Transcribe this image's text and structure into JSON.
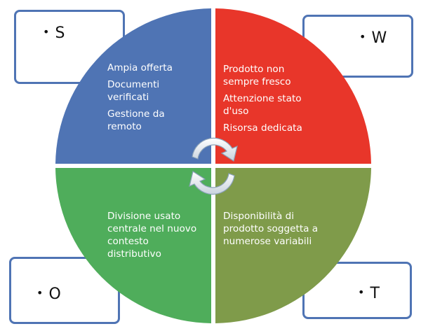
{
  "diagram": {
    "colors": {
      "strengths": "#4f74b4",
      "weaknesses": "#e8362a",
      "opportunities": "#4fad5b",
      "threats": "#7f9b4a",
      "box_border": "#4f74b4"
    },
    "quadrants": {
      "strengths": {
        "letter": "S",
        "items": [
          "Ampia offerta",
          "Documenti verificati",
          "Gestione da remoto"
        ]
      },
      "weaknesses": {
        "letter": "W",
        "items": [
          "Prodotto non sempre fresco",
          "Attenzione stato d'uso",
          "Risorsa dedicata"
        ]
      },
      "opportunities": {
        "letter": "O",
        "items": [
          "Divisione usato centrale nel nuovo contesto distributivo"
        ]
      },
      "threats": {
        "letter": "T",
        "items": [
          "Disponibilità di prodotto soggetta a numerose variabili"
        ]
      }
    },
    "bullet": "•"
  }
}
